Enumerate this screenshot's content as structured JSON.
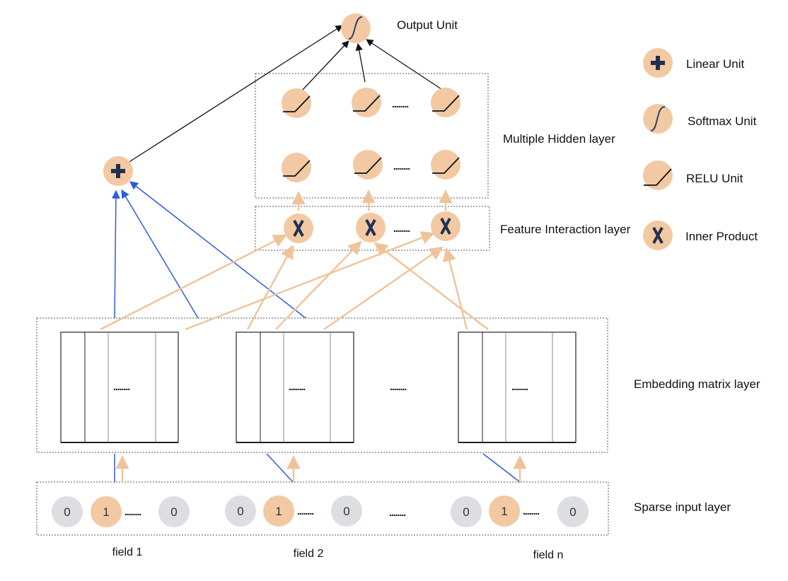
{
  "labels": {
    "output_unit": "Output Unit",
    "multiple_hidden_layer": "Multiple Hidden layer",
    "feature_interaction_layer": "Feature Interaction layer",
    "embedding_matrix_layer": "Embedding matrix layer",
    "sparse_input_layer": "Sparse input layer"
  },
  "legend": [
    {
      "icon": "plus-icon",
      "label": "Linear Unit"
    },
    {
      "icon": "sigmoid-curve-icon",
      "label": "Softmax Unit"
    },
    {
      "icon": "relu-curve-icon",
      "label": "RELU Unit"
    },
    {
      "icon": "cross-x-icon",
      "label": "Inner Product"
    }
  ],
  "fields": [
    {
      "label": "field 1",
      "inputs": [
        "0",
        "1",
        "0"
      ]
    },
    {
      "label": "field 2",
      "inputs": [
        "0",
        "1",
        "0"
      ]
    },
    {
      "label": "field n",
      "inputs": [
        "0",
        "1",
        "0"
      ]
    }
  ],
  "ellipsis": "........",
  "colors": {
    "node_fill": "#F2C9A2",
    "inactive_node_fill": "#DDDEE1",
    "blue_edge": "#2D5BE3",
    "tan_edge": "#EFC39A",
    "black_edge": "#111111",
    "dashed_border": "#555555"
  }
}
